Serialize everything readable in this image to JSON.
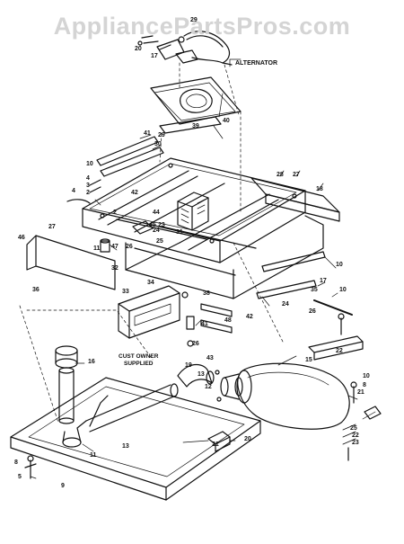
{
  "watermark": "AppliancePartsPros.com",
  "labels": {
    "alternator": "ALTERNATOR",
    "cust_owner_supplied": "CUST OWNER\nSUPPLIED"
  },
  "callouts": [
    "29",
    "20",
    "17",
    "39",
    "40",
    "41",
    "30",
    "29",
    "28",
    "27",
    "18",
    "10",
    "4",
    "3",
    "2",
    "4",
    "42",
    "2",
    "31",
    "44",
    "45",
    "24",
    "23",
    "25",
    "26",
    "27",
    "46",
    "11",
    "47",
    "32",
    "10",
    "36",
    "38",
    "33",
    "17",
    "10",
    "35",
    "34",
    "24",
    "26",
    "41",
    "48",
    "42",
    "22",
    "43",
    "19",
    "15",
    "10",
    "8",
    "21",
    "16",
    "13",
    "12",
    "20",
    "26",
    "25",
    "22",
    "23",
    "21",
    "13",
    "8",
    "5",
    "11",
    "9"
  ]
}
